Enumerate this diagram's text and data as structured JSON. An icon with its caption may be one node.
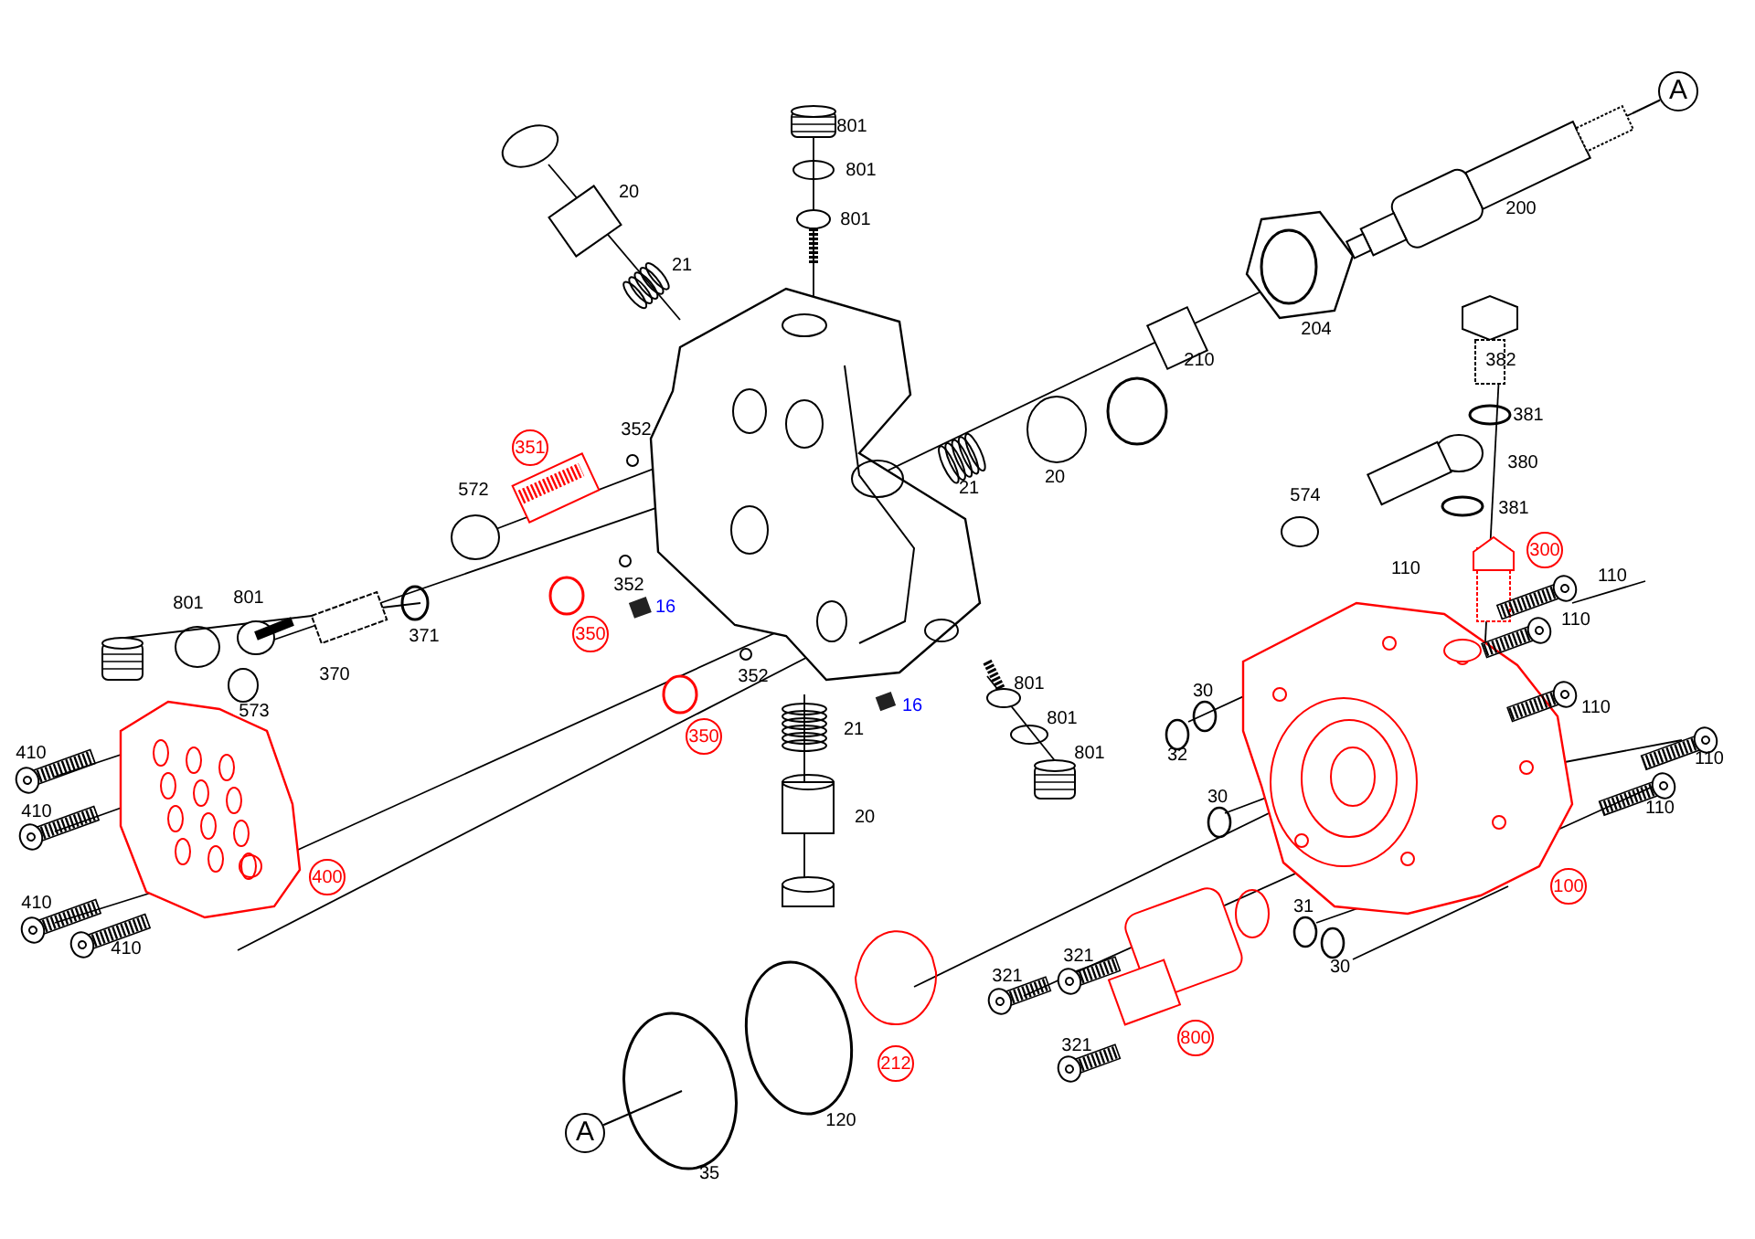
{
  "diagram": {
    "nodes": [
      {
        "text": [
          "A"
        ]
      },
      {
        "text": [
          "351"
        ]
      },
      {
        "text": [
          "300"
        ]
      },
      {
        "text": [
          "350"
        ]
      },
      {
        "text": [
          "350"
        ]
      },
      {
        "text": [
          "400"
        ]
      },
      {
        "text": [
          "100"
        ]
      },
      {
        "text": [
          "800"
        ]
      },
      {
        "text": [
          "212"
        ]
      },
      {
        "text": [
          "A"
        ]
      }
    ],
    "edges": [
      {
        "from": 0,
        "to": null,
        "arrow": "none"
      },
      {
        "from": 9,
        "to": null,
        "arrow": "none"
      }
    ],
    "labels": [
      "801",
      "801",
      "20",
      "801",
      "21",
      "200",
      "204",
      "210",
      "382",
      "381",
      "352",
      "380",
      "21",
      "20",
      "572",
      "574",
      "381",
      "110",
      "110",
      "352",
      "16",
      "801",
      "801",
      "371",
      "110",
      "370",
      "352",
      "801",
      "16",
      "573",
      "30",
      "801",
      "21",
      "110",
      "801",
      "32",
      "410",
      "30",
      "110",
      "410",
      "20",
      "110",
      "410",
      "31",
      "410",
      "321",
      "30",
      "321",
      "321",
      "120",
      "35"
    ]
  }
}
